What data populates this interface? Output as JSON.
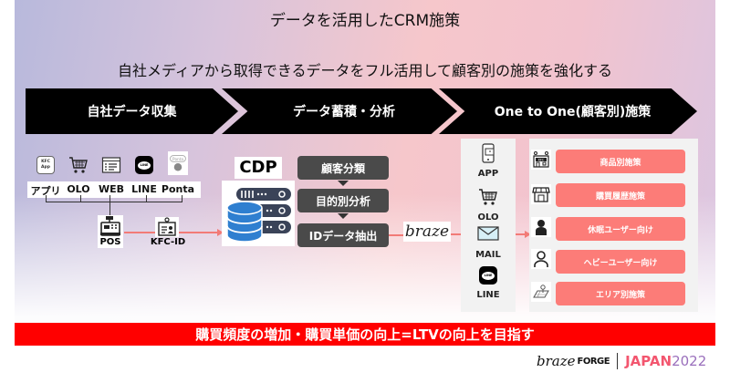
{
  "title": "データを活用したCRM施策",
  "subtitle": "自社メディアから取得できるデータをフル活用して顧客別の施策を強化する",
  "stages": [
    {
      "label": "自社データ収集"
    },
    {
      "label": "データ蓄積・分析"
    },
    {
      "label": "One to One(顧客別)施策"
    }
  ],
  "sources": [
    {
      "label": "アプリ",
      "icon": "kfc-app-icon",
      "icon_text_1": "KFC",
      "icon_text_2": "App"
    },
    {
      "label": "OLO",
      "icon": "shopping-cart-icon"
    },
    {
      "label": "WEB",
      "icon": "browser-window-icon"
    },
    {
      "label": "LINE",
      "icon": "line-icon",
      "icon_text": "LINE"
    },
    {
      "label": "Ponta",
      "icon": "ponta-icon",
      "icon_text": "Ponta"
    }
  ],
  "pos": {
    "label": "POS",
    "icon": "cash-register-icon"
  },
  "kfc_id": {
    "label": "KFC-ID",
    "icon": "id-card-icon"
  },
  "cdp": {
    "title": "CDP",
    "icon": "database-server-icon",
    "steps": [
      "顧客分類",
      "目的別分析",
      "IDデータ抽出"
    ]
  },
  "braze_logo": "braze",
  "channels": [
    {
      "label": "APP",
      "icon": "smartphone-icon"
    },
    {
      "label": "OLO",
      "icon": "shopping-cart-icon"
    },
    {
      "label": "MAIL",
      "icon": "envelope-icon"
    },
    {
      "label": "LINE",
      "icon": "line-icon",
      "icon_text": "LINE"
    }
  ],
  "measures": [
    {
      "label": "商品別施策",
      "icon": "kfc-store-icon",
      "icon_text": "KFC"
    },
    {
      "label": "購買履歴施策",
      "icon": "storefront-icon"
    },
    {
      "label": "休眠ユーザー向け",
      "icon": "user-filled-icon"
    },
    {
      "label": "ヘビーユーザー向け",
      "icon": "user-outline-icon"
    },
    {
      "label": "エリア別施策",
      "icon": "map-pin-icon"
    }
  ],
  "banner": "購買頻度の増加・購買単価の向上=LTVの向上を目指す",
  "footer": {
    "brand": "braze",
    "event": "FORGE",
    "region": "JAPAN",
    "year": "2022"
  },
  "colors": {
    "accent_red": "#ff0000",
    "measure_pink": "#fc7c78",
    "connector": "#f27b77",
    "step_gray": "#4a4a4a",
    "db_blue": "#2f7fd0",
    "server_navy": "#3a4358"
  }
}
